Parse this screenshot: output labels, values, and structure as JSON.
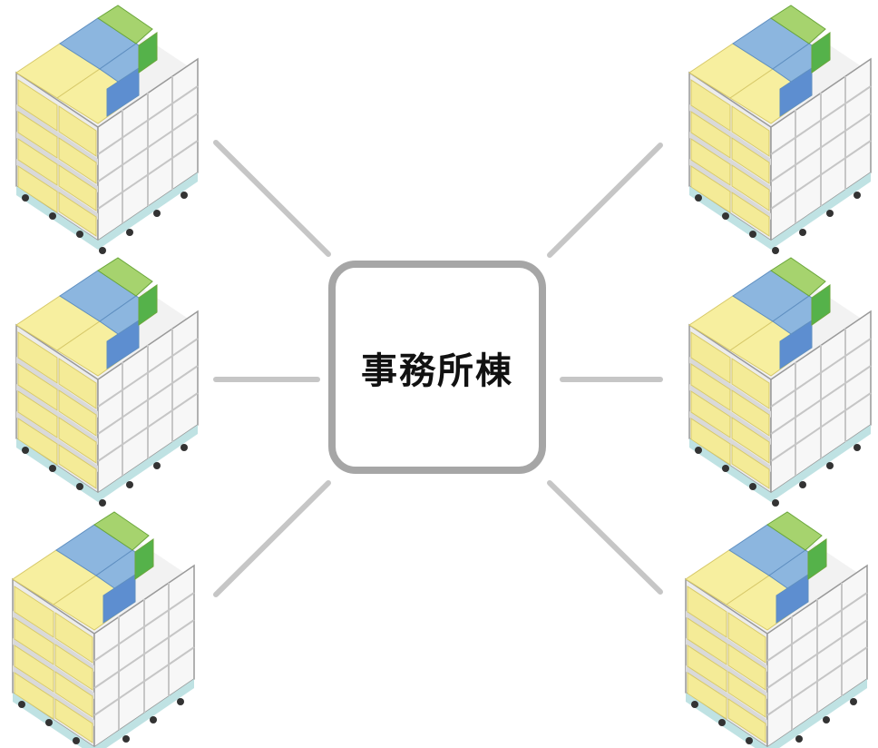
{
  "center": {
    "label": "事務所棟"
  },
  "buildings": [
    {
      "id": "top-left"
    },
    {
      "id": "top-right"
    },
    {
      "id": "middle-left"
    },
    {
      "id": "middle-right"
    },
    {
      "id": "bottom-left"
    },
    {
      "id": "bottom-right"
    }
  ],
  "colors": {
    "connector": "#c6c6c6",
    "box_border": "#a6a6a6",
    "yellow": "#f4eb97",
    "blue": "#8cb6df",
    "green": "#a6d36e",
    "floor": "#d9d9d9",
    "base": "#bfe2e3",
    "frame": "#8c8c8c"
  }
}
